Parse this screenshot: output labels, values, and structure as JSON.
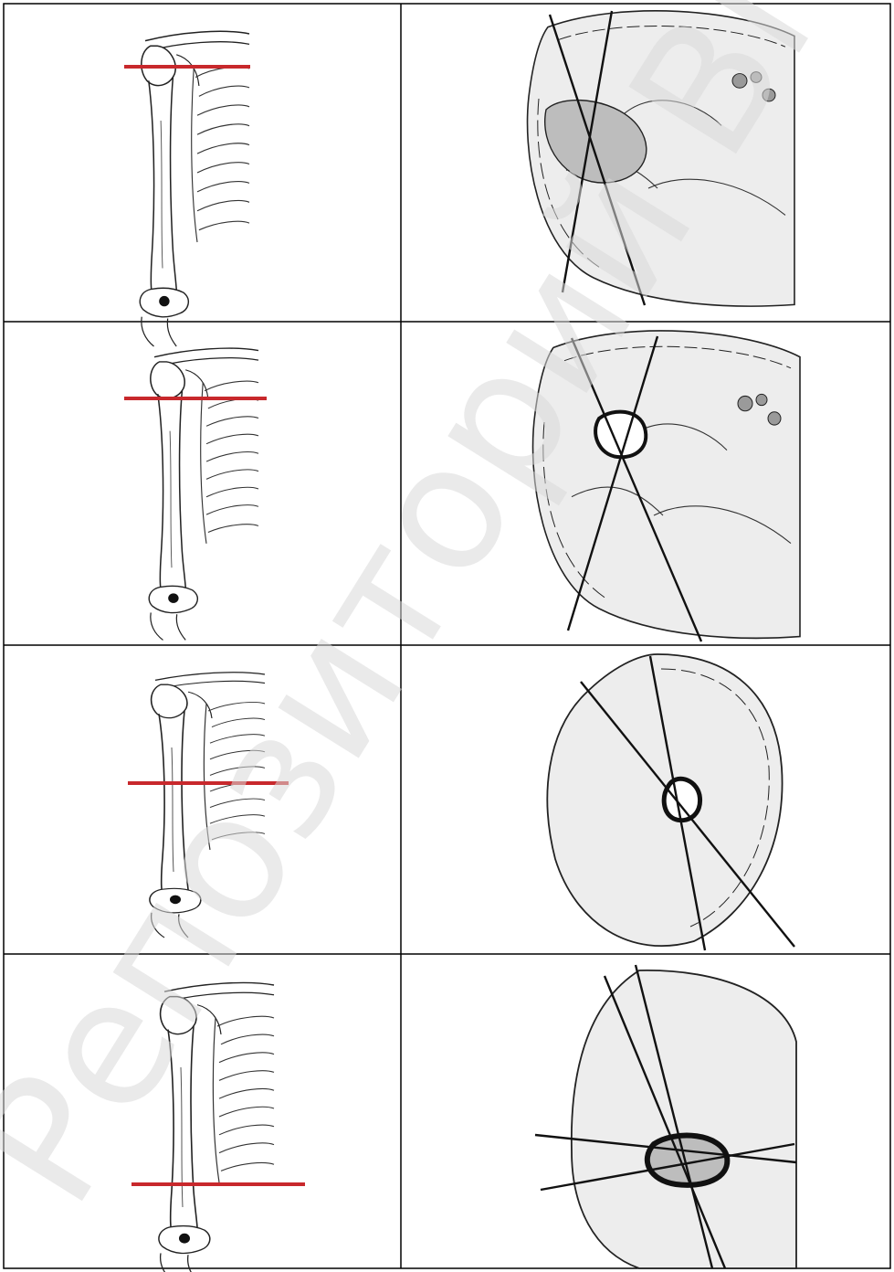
{
  "document": {
    "layout": "table",
    "columns": [
      "skeleton-level",
      "cross-section"
    ],
    "rows": [
      {
        "level": "upper-third",
        "level_marker": "red-line",
        "section_lines": 2
      },
      {
        "level": "upper-third-lower",
        "level_marker": "red-line",
        "section_lines": 2
      },
      {
        "level": "middle-third",
        "level_marker": "red-line",
        "section_lines": 2
      },
      {
        "level": "lower-third",
        "level_marker": "red-line",
        "section_lines": 4
      }
    ]
  },
  "watermark": {
    "text": "Репозиторий ВГМУ"
  },
  "colors": {
    "border": "#000000",
    "level_line": "#c8282c",
    "tissue": "#ededed",
    "bone_shading": "#bdbdbd",
    "outline": "#222222",
    "watermark": "#d8d8d8"
  },
  "icons": [
    "humerus-skeleton-drawing",
    "arm-cross-section-drawing"
  ]
}
